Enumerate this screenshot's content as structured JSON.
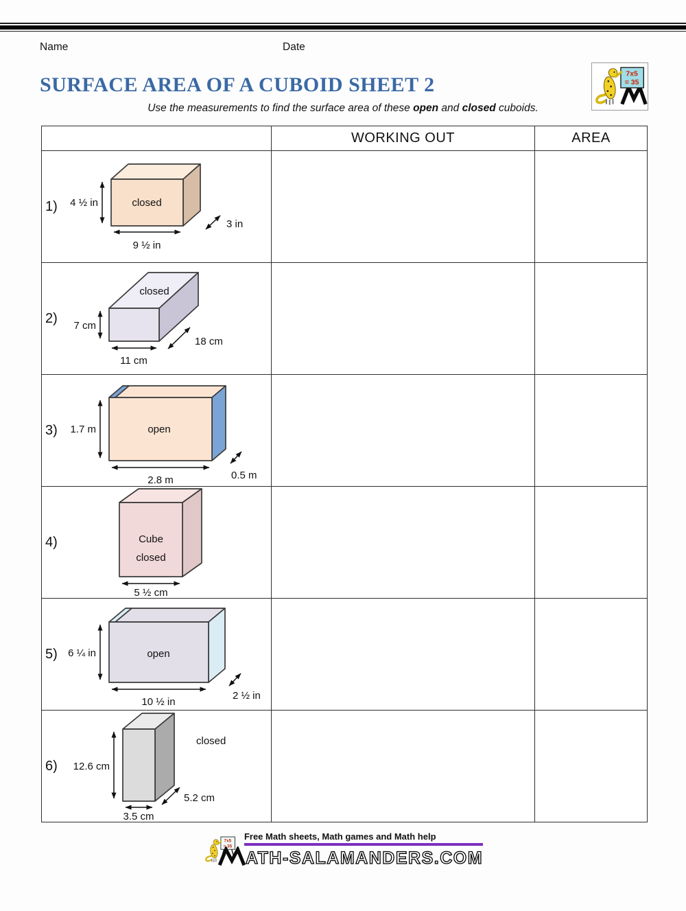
{
  "page": {
    "name_label": "Name",
    "date_label": "Date",
    "title": "SURFACE AREA OF A CUBOID SHEET 2",
    "instruction": {
      "prefix": "Use the measurements to find the surface area of these ",
      "bold1": "open",
      "mid": " and ",
      "bold2": "closed",
      "suffix": " cuboids."
    }
  },
  "table": {
    "headers": {
      "working_out": "WORKING OUT",
      "area": "AREA"
    }
  },
  "problems": [
    {
      "number": "1)",
      "type_label": "closed",
      "height": "4 ½ in",
      "width": "9 ½ in",
      "depth": "3 in",
      "colors": {
        "front": "#f9e0cb",
        "top": "#fcecdc",
        "side": "#d8bda6"
      }
    },
    {
      "number": "2)",
      "type_label": "closed",
      "height": "7 cm",
      "width": "11 cm",
      "depth": "18 cm",
      "colors": {
        "front": "#e6e3ef",
        "top": "#efedf6",
        "side": "#c9c5d6"
      }
    },
    {
      "number": "3)",
      "type_label": "open",
      "height": "1.7 m",
      "width": "2.8 m",
      "depth": "0.5 m",
      "colors": {
        "front": "#fbe4d2",
        "side": "#7ba4d6"
      }
    },
    {
      "number": "4)",
      "type_line1": "Cube",
      "type_line2": "closed",
      "width": "5 ½ cm",
      "colors": {
        "front": "#f2d9d9",
        "top": "#f7e4e2",
        "side": "#e2c7c8"
      }
    },
    {
      "number": "5)",
      "type_label": "open",
      "height": "6 ¼ in",
      "width": "10 ½ in",
      "depth": "2 ½ in",
      "colors": {
        "front": "#e2dfe9",
        "side": "#daedf5"
      }
    },
    {
      "number": "6)",
      "type_label": "closed",
      "height": "12.6 cm",
      "width": "3.5 cm",
      "depth": "5.2 cm",
      "colors": {
        "front": "#dcdcdc",
        "top": "#ebebeb",
        "side": "#ababab"
      }
    }
  ],
  "logo": {
    "board_line1": "7x5",
    "board_line2": "= 35"
  },
  "footer": {
    "tagline": "Free Math sheets, Math games and Math help",
    "site_suffix": "ATH-SALAMANDERS.COM"
  },
  "colors": {
    "title_blue": "#3a69a5",
    "footer_underline": "#7c2fbe",
    "top_bar": "#060606",
    "salamander_yellow": "#f2d024",
    "board_cyan": "#9fdde8",
    "board_text_red": "#cc2200"
  }
}
